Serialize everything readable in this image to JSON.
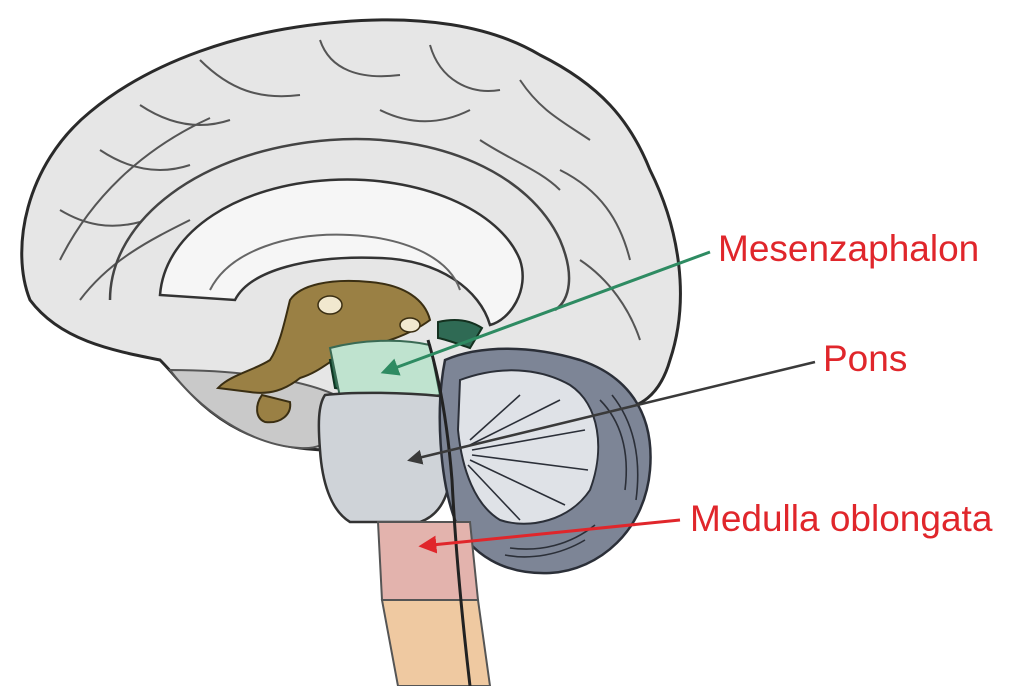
{
  "diagram": {
    "labels": {
      "mesencephalon": "Mesenzaphalon",
      "pons": "Pons",
      "medulla": "Medulla oblongata"
    },
    "colors": {
      "label_text": "#e0262b",
      "brain_fill": "#e6e6e6",
      "brain_outline": "#2a2a2a",
      "cerebellum": "#7d8596",
      "brainstem_pons": "#cfd3d8",
      "diencephalon": "#9a8044",
      "mesencephalon_highlight": "#bfe3cf",
      "medulla_highlight": "#e3b3ad",
      "spinal_cord": "#efc9a1",
      "arrow_mes": "#2e8b62",
      "arrow_pons": "#3a3a3a",
      "arrow_med": "#e0262b"
    }
  }
}
